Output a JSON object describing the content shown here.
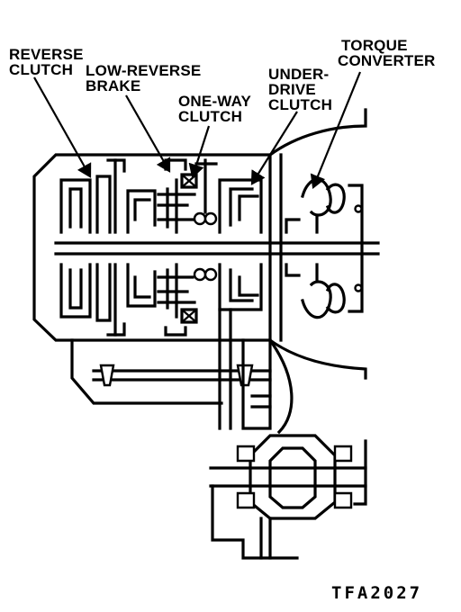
{
  "labels": {
    "reverse_clutch": [
      "REVERSE",
      "CLUTCH"
    ],
    "low_reverse_brake": [
      "LOW-REVERSE",
      "BRAKE"
    ],
    "one_way_clutch": [
      "ONE-WAY",
      "CLUTCH"
    ],
    "underdrive_clutch": [
      "UNDER-",
      "DRIVE",
      "CLUTCH"
    ],
    "torque_converter": [
      "TORQUE",
      "CONVERTER"
    ]
  },
  "figure_code": "TFA2027"
}
